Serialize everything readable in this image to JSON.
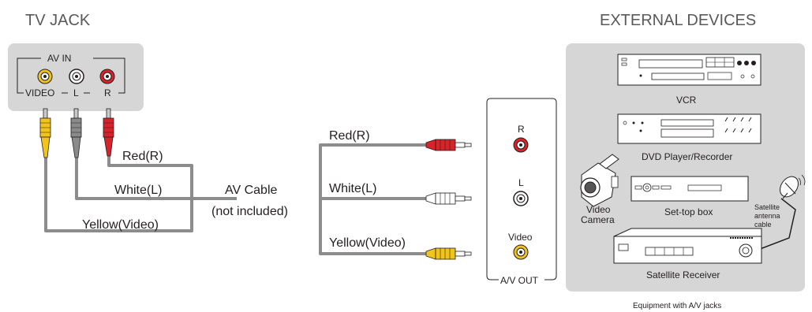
{
  "titles": {
    "tv_jack": "TV JACK",
    "external_devices": "EXTERNAL DEVICES"
  },
  "tv_panel": {
    "av_in": "AV IN",
    "video": "VIDEO",
    "l": "L",
    "r": "R"
  },
  "cable_labels": {
    "red": "Red(R)",
    "white": "White(L)",
    "yellow": "Yellow(Video)",
    "av_cable": "AV Cable",
    "not_included": "(not included)"
  },
  "out_panel": {
    "r": "R",
    "l": "L",
    "video": "Video",
    "av_out": "A/V OUT"
  },
  "devices": {
    "vcr": "VCR",
    "dvd": "DVD Player/Recorder",
    "video_camera_line1": "Video",
    "video_camera_line2": "Camera",
    "settop": "Set-top box",
    "sat_line1": "Satellite",
    "sat_line2": "antenna",
    "sat_line3": "cable",
    "receiver": "Satellite Receiver"
  },
  "footer": "Equipment with A/V jacks",
  "colors": {
    "panel_gray": "#d6d6d6",
    "cable_gray": "#8c8c8c",
    "red_plug": "#d8232a",
    "yellow_plug": "#f2c41a",
    "white_plug": "#8a8a8a",
    "title_gray": "#595959"
  }
}
